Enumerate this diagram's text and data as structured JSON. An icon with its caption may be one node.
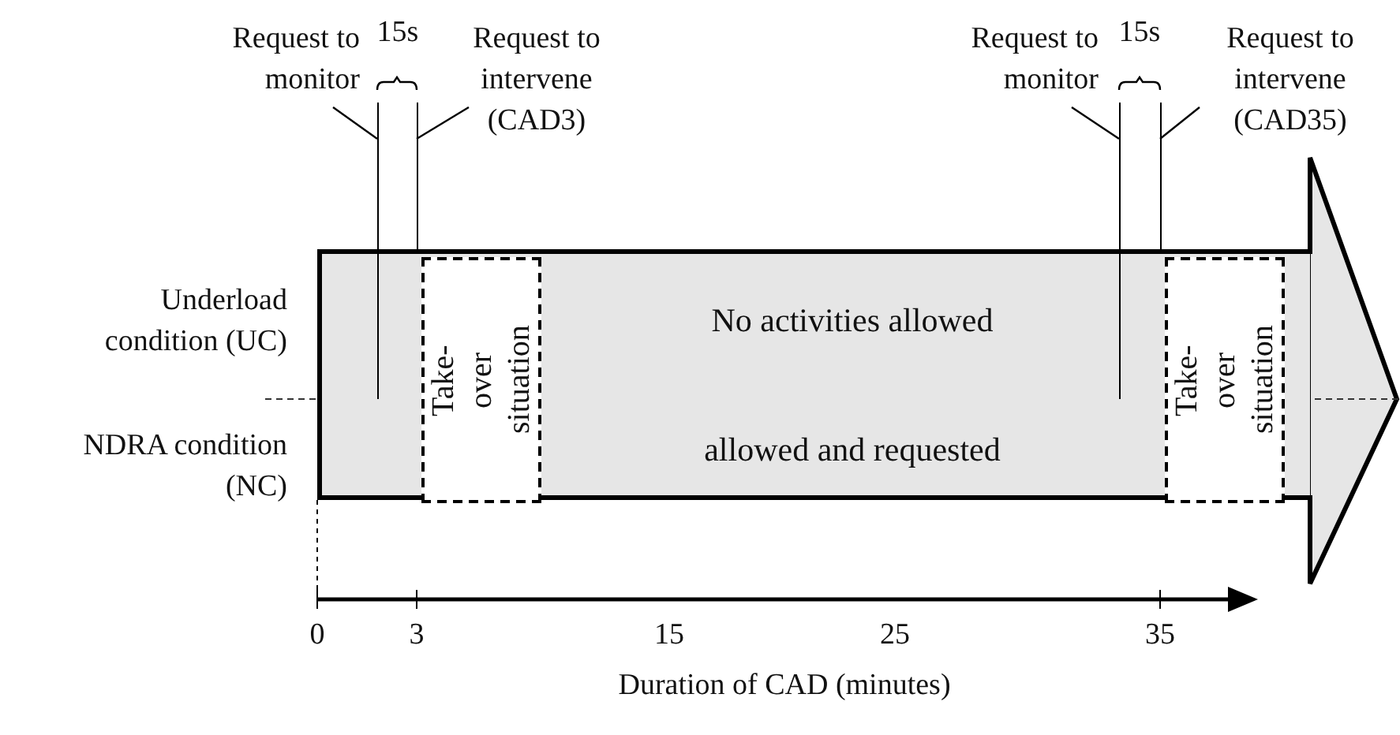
{
  "diagram": {
    "nodes": [
      {
        "text": [],
        "shape": "arrow"
      },
      {
        "text": [
          "Take-over situation"
        ],
        "in": 0
      },
      {
        "text": [
          "Take-over situation"
        ],
        "in": 0
      },
      {
        "text": [
          "Request to monitor"
        ]
      },
      {
        "text": [],
        "shape": "line"
      },
      {
        "text": [
          "Request to intervene (CAD3)"
        ]
      },
      {
        "text": [],
        "shape": "line"
      },
      {
        "text": [
          "Request to monitor"
        ]
      },
      {
        "text": [],
        "shape": "line"
      },
      {
        "text": [
          "Request to intervene (CAD35)"
        ]
      },
      {
        "text": [],
        "shape": "line"
      }
    ],
    "edges": [
      {
        "from": 3,
        "to": 4,
        "arrow": "none"
      },
      {
        "from": 5,
        "to": 6,
        "arrow": "none"
      },
      {
        "from": 7,
        "to": 8,
        "arrow": "none"
      },
      {
        "from": 9,
        "to": 10,
        "arrow": "none"
      }
    ],
    "labels": [
      "15s",
      "15s",
      "Underload condition (UC)",
      "NDRA condition (NC)",
      "No activities allowed",
      "allowed and requested",
      "0",
      "3",
      "15",
      "25",
      "35",
      "Duration of CAD (minutes)"
    ]
  }
}
